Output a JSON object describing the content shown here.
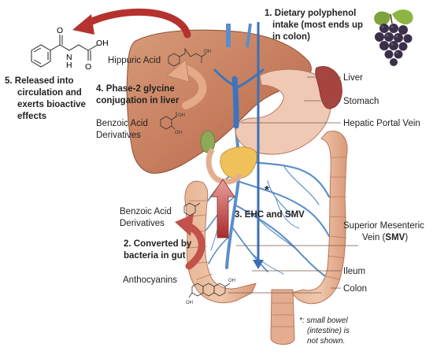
{
  "steps": {
    "step1_line1": "1.  Dietary polyphenol",
    "step1_line2": "intake (most ends up",
    "step1_line3": "in colon)",
    "step2_line1": "2. Converted by",
    "step2_line2": "bacteria in gut",
    "step3": "3. EHC and SMV",
    "step4_line1": "4. Phase-2 glycine",
    "step4_line2": "conjugation in liver",
    "step5_line1": "5. Released into",
    "step5_line2": "circulation and",
    "step5_line3": "exerts bioactive",
    "step5_line4": "effects"
  },
  "labels": {
    "hippuric_acid": "Hippuric Acid",
    "benzoic_upper_1": "Benzoic Acid",
    "benzoic_upper_2": "Derivatives",
    "benzoic_lower_1": "Benzoic Acid",
    "benzoic_lower_2": "Derivatives",
    "anthocyanins": "Anthocyanins",
    "liver": "Liver",
    "stomach": "Stomach",
    "hepatic_portal_vein": "Hepatic Portal Vein",
    "smv_1": "Superior Mesenteric",
    "smv_2_prefix": "Vein (",
    "smv_2_bold": "SMV",
    "smv_2_suffix": ")",
    "ileum": "Ileum",
    "colon": "Colon",
    "asterisk": "*",
    "note_1": "*: small bowel",
    "note_2": "(intestine) is",
    "note_3": "not shown."
  },
  "chem": {
    "oh": "OH",
    "o": "O",
    "nh": "N",
    "h": "H"
  },
  "colors": {
    "arrow_red": "#b5322f",
    "arrow_blue": "#3b6fb8",
    "liver": "#c9805e",
    "colon": "#e0a98a",
    "vein": "#5b8ec9",
    "stomach": "#efc9b4"
  }
}
